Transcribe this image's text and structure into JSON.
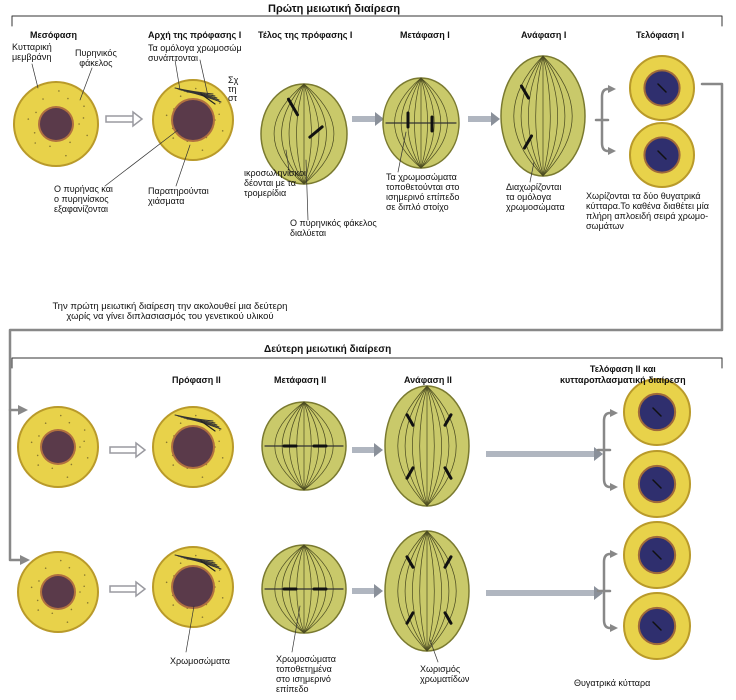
{
  "meiosis1": {
    "title": "Πρώτη μειωτική διαίρεση",
    "stages": {
      "interphase": "Μεσόφαση",
      "early_prophase": "Αρχή της πρόφασης Ι",
      "late_prophase": "Τέλος της πρόφασης Ι",
      "metaphase": "Μετάφαση Ι",
      "anaphase": "Ανάφαση Ι",
      "telophase": "Τελόφαση Ι"
    },
    "labels": {
      "cell_membrane": "Κυτταρική\nμεμβράνη",
      "nuclear_envelope": "Πυρηνικός\nφάκελος",
      "homologs_pair": "Τα ομόλογα χρωμοσώμ\nσυνάπτονται",
      "cut_label": "Σχ\nτη\nστ",
      "nucleolus_disappear": "Ο πυρήνας και\nο πυρηνίσκος\nεξαφανίζονται",
      "chiasmata": "Παρατηρούνται\nχιάσματα",
      "spindle": "ικροσωληνίσκοι\nδέονται με τα\nτρομερίδια",
      "envelope_dissolves": "Ο πυρηνικός φάκελος\nδιαλύεται",
      "metaphase_desc": "Τα χρωμοσώματα\nτοποθετούνται στο\nισημερινό επίπεδο\nσε διπλό στοίχο",
      "anaphase_desc": "Διαχωρίζονται\nτα ομόλογα\nχρωμοσώματα",
      "telophase_desc": "Χωρίζονται τα δύο θυγατρικά\nκύτταρα.Το καθένα διαθέτει μία\nπλήρη απλοειδή σειρά χρωμο-\nσωμάτων"
    }
  },
  "transition_note": "Την πρώτη μειωτική διαίρεση την ακολουθεί μια δεύτερη\nχωρίς να γίνει διπλασιασμός του γενετικού υλικού",
  "meiosis2": {
    "title": "Δεύτερη μειωτική διαίρεση",
    "stages": {
      "prophase": "Πρόφαση ΙΙ",
      "metaphase": "Μετάφαση ΙΙ",
      "anaphase": "Ανάφαση ΙΙ",
      "telophase": "Τελόφαση ΙΙ και\nκυτταροπλασματική διαίρεση"
    },
    "labels": {
      "chromosomes": "Χρωμοσώματα",
      "metaphase_desc": "Χρωμοσώματα\nτοποθετημένα\nστο ισημερινό\nεπίπεδο",
      "anaphase_desc": "Χωρισμός\nχρωματίδων",
      "daughter_cells": "Θυγατρικά κύτταρα"
    }
  },
  "colors": {
    "cytoplasm": "#e8d24a",
    "cell_border": "#b99a2a",
    "nucleus": "#5a3a4a",
    "nucleus_blue": "#2f2f6e",
    "spindle_cell": "#c9c96a",
    "arrow": "#9a9aa0"
  }
}
